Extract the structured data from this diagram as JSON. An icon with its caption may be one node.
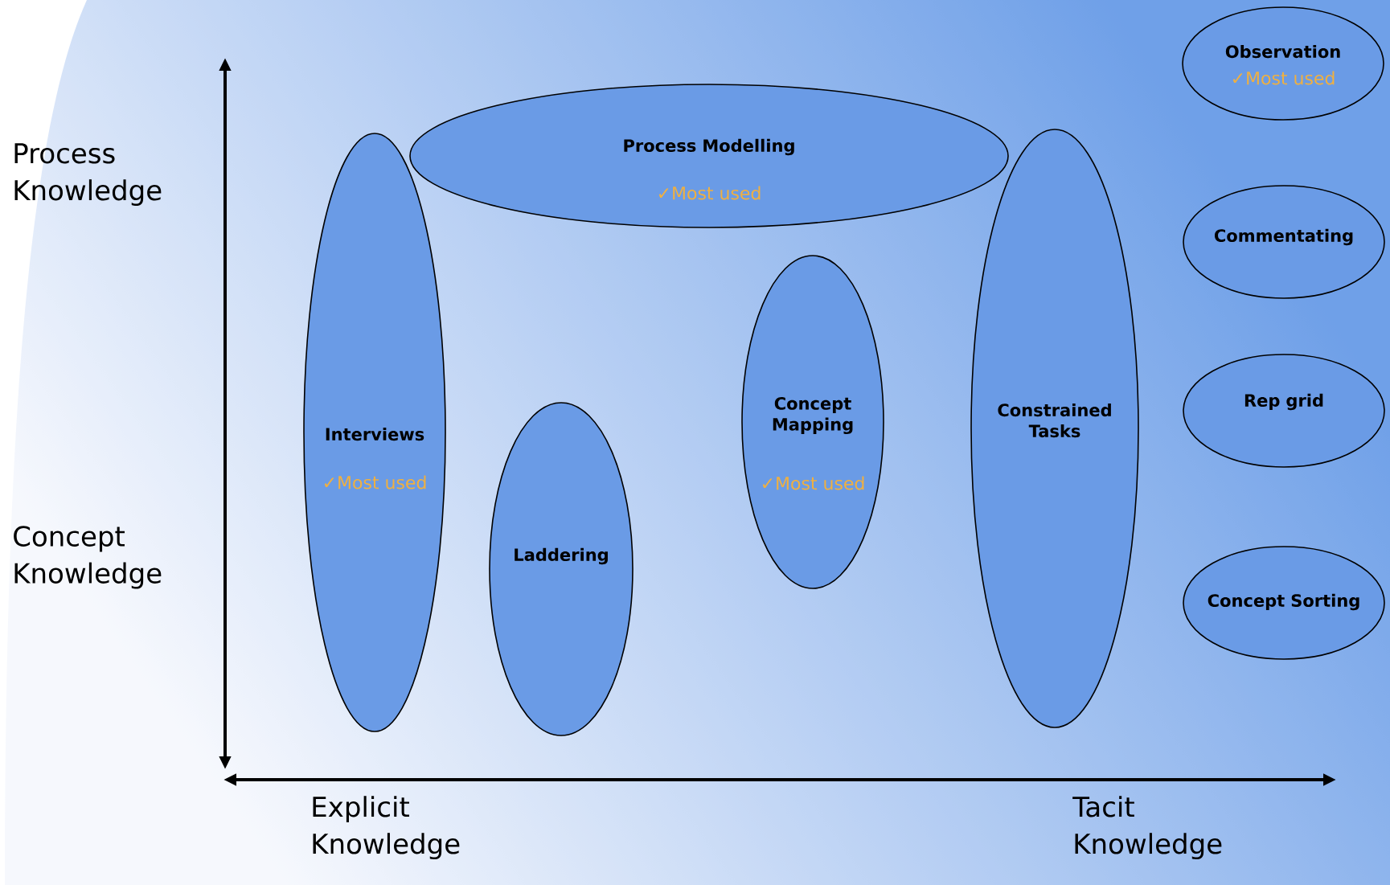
{
  "diagram": {
    "nodes": [
      {
        "text": [
          "Observation",
          "✓Most used"
        ]
      },
      {
        "text": [
          "Process Modelling",
          "✓Most used"
        ]
      },
      {
        "text": [
          "Commentating"
        ]
      },
      {
        "text": [
          "Interviews",
          "✓Most used"
        ]
      },
      {
        "text": [
          "Concept Mapping",
          "✓Most used"
        ]
      },
      {
        "text": [
          "Constrained Tasks"
        ]
      },
      {
        "text": [
          "Rep grid"
        ]
      },
      {
        "text": [
          "Laddering"
        ]
      },
      {
        "text": [
          "Concept Sorting"
        ]
      }
    ],
    "labels": [
      "Process Knowledge",
      "Concept Knowledge",
      "Explicit Knowledge",
      "Tacit Knowledge"
    ]
  }
}
